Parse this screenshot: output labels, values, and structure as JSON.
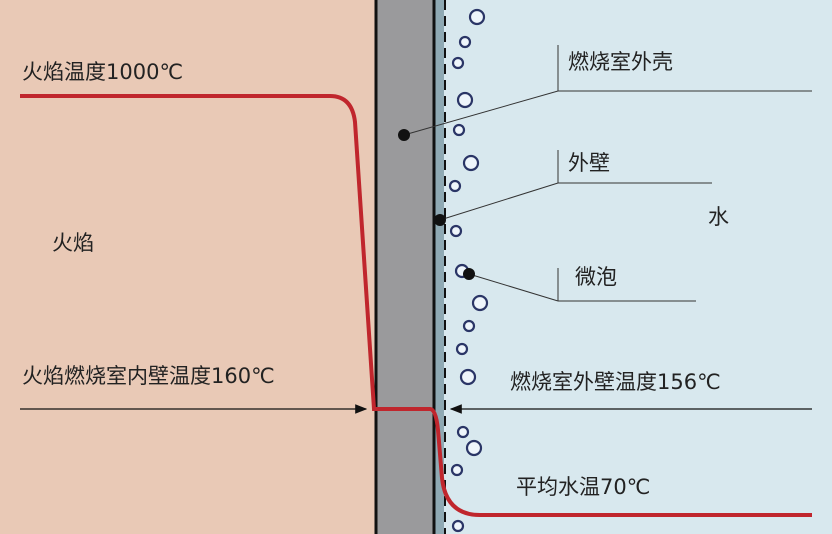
{
  "colors": {
    "flame_bg": "#e9c9b6",
    "water_bg": "#d8e8ee",
    "wall": "#9a9a9c",
    "temperature_line": "#c0262d"
  },
  "labels": {
    "flame_temp": "火焰温度1000℃",
    "flame": "火焰",
    "inner_wall_temp": "火焰燃烧室内壁温度160℃",
    "shell": "燃烧室外壳",
    "outer_wall": "外壁",
    "water": "水",
    "microbubble": "微泡",
    "outer_wall_temp": "燃烧室外壁温度156℃",
    "avg_water_temp": "平均水温70℃"
  }
}
